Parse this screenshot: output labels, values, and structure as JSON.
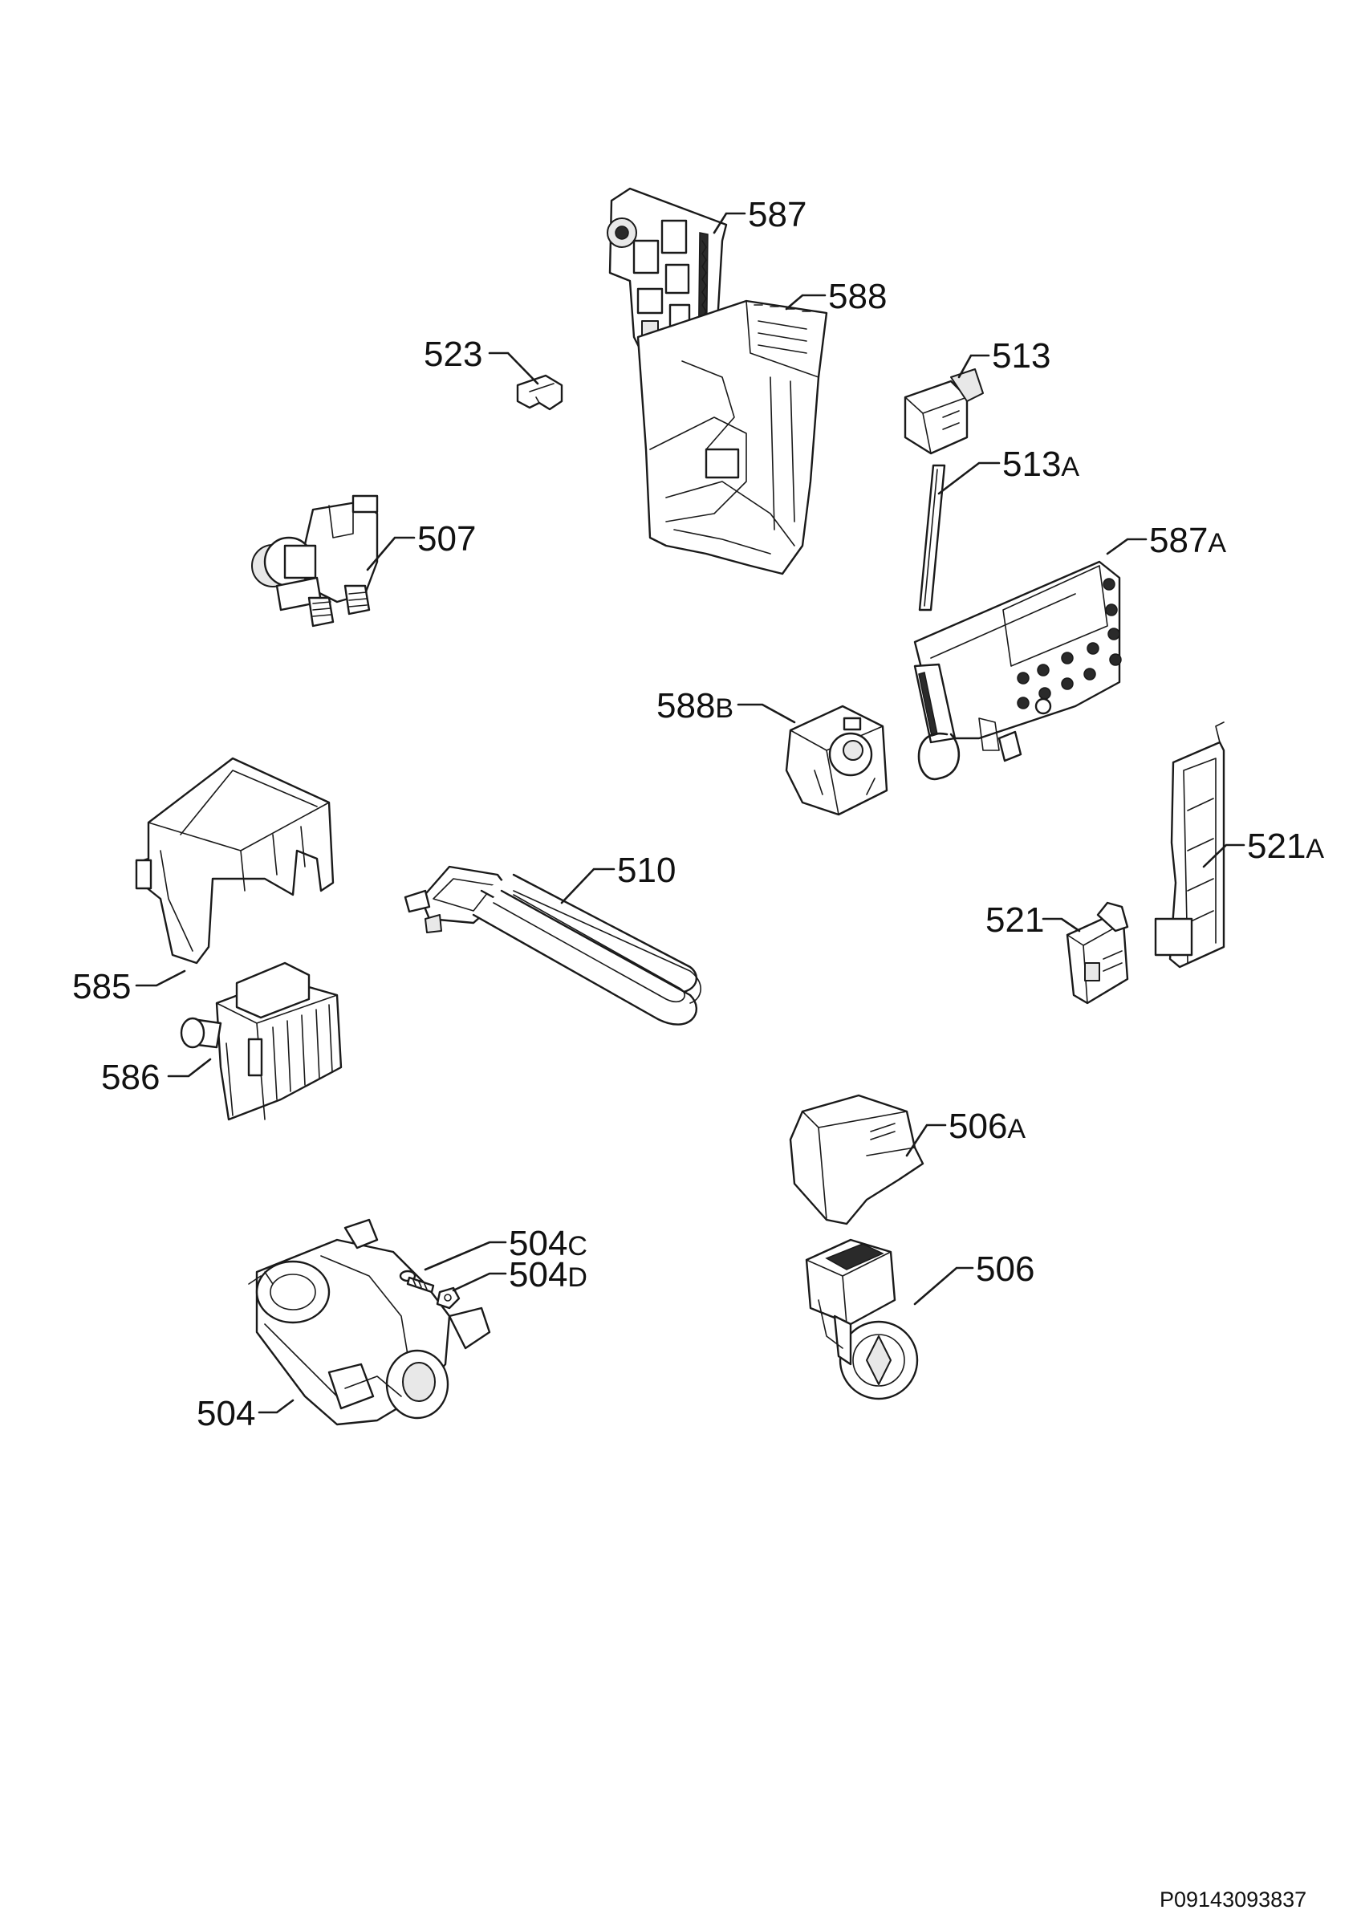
{
  "parts": [
    {
      "id": "p587",
      "number": "587",
      "suffix": ""
    },
    {
      "id": "p588",
      "number": "588",
      "suffix": ""
    },
    {
      "id": "p523",
      "number": "523",
      "suffix": ""
    },
    {
      "id": "p513",
      "number": "513",
      "suffix": ""
    },
    {
      "id": "p513a",
      "number": "513",
      "suffix": "A"
    },
    {
      "id": "p507",
      "number": "507",
      "suffix": ""
    },
    {
      "id": "p587a",
      "number": "587",
      "suffix": "A"
    },
    {
      "id": "p588b",
      "number": "588",
      "suffix": "B"
    },
    {
      "id": "p521a",
      "number": "521",
      "suffix": "A"
    },
    {
      "id": "p510",
      "number": "510",
      "suffix": ""
    },
    {
      "id": "p521",
      "number": "521",
      "suffix": ""
    },
    {
      "id": "p585",
      "number": "585",
      "suffix": ""
    },
    {
      "id": "p586",
      "number": "586",
      "suffix": ""
    },
    {
      "id": "p506a",
      "number": "506",
      "suffix": "A"
    },
    {
      "id": "p504c",
      "number": "504",
      "suffix": "C"
    },
    {
      "id": "p504d",
      "number": "504",
      "suffix": "D"
    },
    {
      "id": "p506",
      "number": "506",
      "suffix": ""
    },
    {
      "id": "p504",
      "number": "504",
      "suffix": ""
    }
  ],
  "document_id": "P09143093837"
}
